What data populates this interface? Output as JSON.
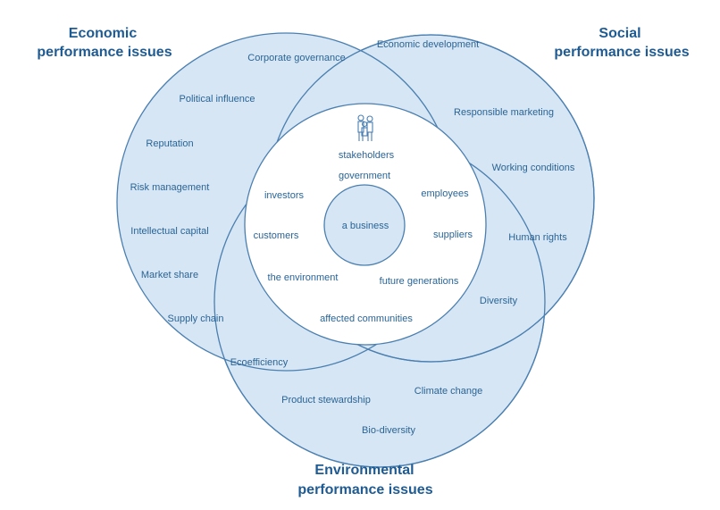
{
  "titles": {
    "economic": [
      "Economic",
      "performance issues"
    ],
    "social": [
      "Social",
      "performance issues"
    ],
    "environmental": [
      "Environmental",
      "performance issues"
    ]
  },
  "economic_issues": [
    "Corporate governance",
    "Political influence",
    "Reputation",
    "Risk management",
    "Intellectual capital",
    "Market share",
    "Supply chain",
    "Ecoefficiency"
  ],
  "social_issues": [
    "Economic development",
    "Responsible marketing",
    "Working conditions",
    "Human rights",
    "Diversity"
  ],
  "environmental_issues": [
    "Product stewardship",
    "Climate change",
    "Bio-diversity"
  ],
  "stakeholders": {
    "heading": "stakeholders",
    "icon": "people-group-icon",
    "items": [
      "government",
      "investors",
      "employees",
      "customers",
      "suppliers",
      "the environment",
      "future generations",
      "affected communities"
    ]
  },
  "center": "a business",
  "colors": {
    "fill": "#d6e6f4",
    "stroke": "#4a7fb0",
    "inner_fill": "#ffffff",
    "text": "#2a6496",
    "title": "#1f5b93"
  }
}
